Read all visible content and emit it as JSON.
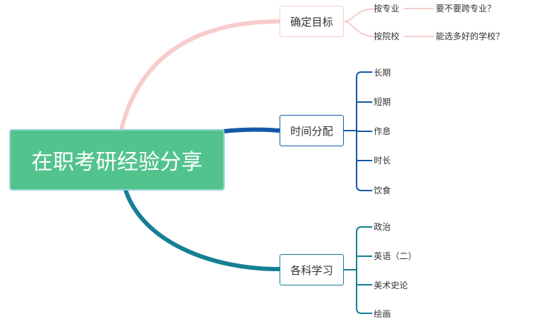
{
  "root": {
    "label": "在职考研经验分享",
    "color": "#52c38d"
  },
  "branches": [
    {
      "label": "确定目标",
      "color": "#f8cccc",
      "children": [
        {
          "label": "按专业",
          "children": [
            {
              "label": "要不要跨专业？"
            }
          ]
        },
        {
          "label": "按院校",
          "children": [
            {
              "label": "能选多好的学校？"
            }
          ]
        }
      ]
    },
    {
      "label": "时间分配",
      "color": "#1658a6",
      "children": [
        {
          "label": "长期"
        },
        {
          "label": "短期"
        },
        {
          "label": "作息"
        },
        {
          "label": "时长"
        },
        {
          "label": "饮食"
        }
      ]
    },
    {
      "label": "各科学习",
      "color": "#167f96",
      "children": [
        {
          "label": "政治"
        },
        {
          "label": "英语（二）"
        },
        {
          "label": "美术史论"
        },
        {
          "label": "绘画"
        }
      ]
    }
  ]
}
